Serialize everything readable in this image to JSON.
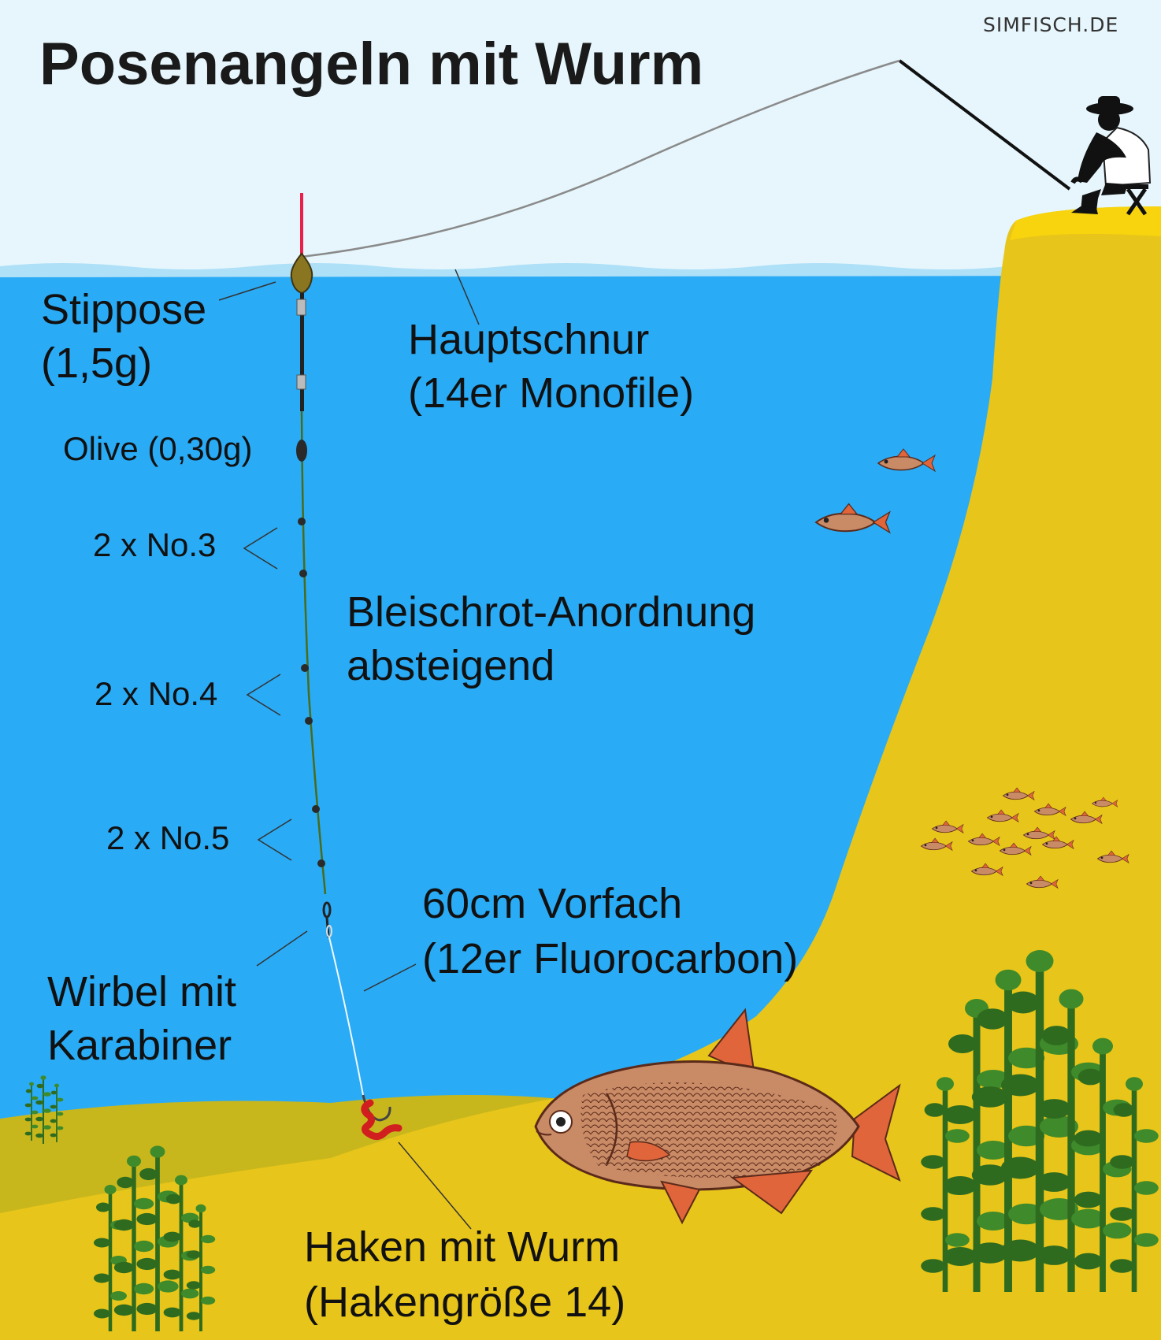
{
  "title": "Posenangeln mit Wurm",
  "watermark": "SIMFISCH.DE",
  "labels": {
    "float": {
      "line1": "Stippose",
      "line2": "(1,5g)"
    },
    "main_line": {
      "line1": "Hauptschnur",
      "line2": "(14er Monofile)"
    },
    "olive": "Olive (0,30g)",
    "shot_no3": "2 x No.3",
    "shot_no4": "2 x No.4",
    "shot_no5": "2 x No.5",
    "shot_pattern": {
      "line1": "Bleischrot-Anordnung",
      "line2": "absteigend"
    },
    "leader": {
      "line1": "60cm Vorfach",
      "line2": "(12er Fluorocarbon)"
    },
    "swivel": {
      "line1": "Wirbel mit",
      "line2": "Karabiner"
    },
    "hook": {
      "line1": "Haken mit Wurm",
      "line2": "(Hakengröße 14)"
    }
  },
  "colors": {
    "sky": "#e6f6fc",
    "water": "#2aabf5",
    "water_surface": "#aee0f8",
    "sand": "#e8c51a",
    "sand_dark": "#c8b71c",
    "weed": "#2e6b1f",
    "float_tip": "#e8204a",
    "worm": "#d11f1f"
  }
}
